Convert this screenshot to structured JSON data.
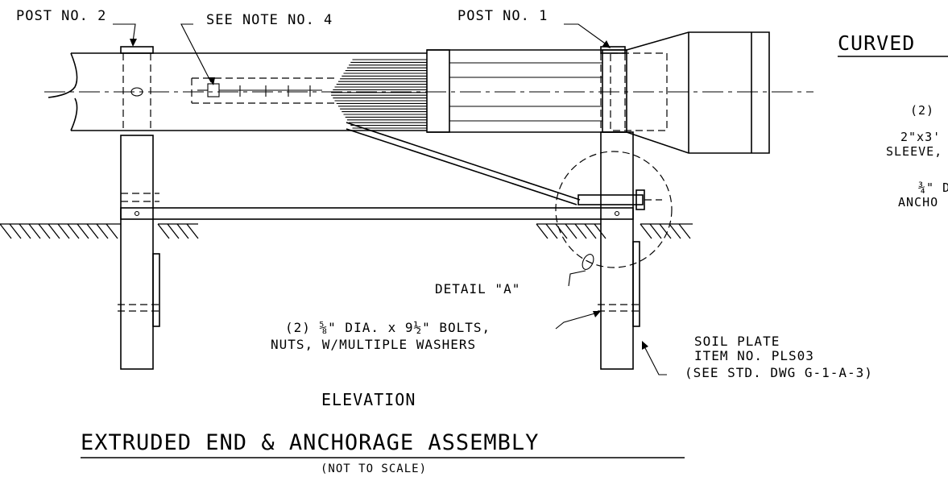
{
  "labels": {
    "post_no_2": "POST NO. 2",
    "see_note": "SEE NOTE NO. 4",
    "post_no_1": "POST NO. 1",
    "curved_cut": "CURVED",
    "detail_a": "DETAIL \"A\"",
    "bolts_line1": "(2) ⅝\" DIA. x 9½\" BOLTS,",
    "bolts_line2": "NUTS, W/MULTIPLE WASHERS",
    "soil_plate_line1": "SOIL PLATE",
    "soil_plate_line2": "ITEM NO. PLS03",
    "soil_plate_line3": "(SEE STD. DWG G-1-A-3)",
    "right_cut_1": "(2)",
    "right_cut_2": "2\"x3'",
    "right_cut_3": "SLEEVE,",
    "right_cut_4": "¾\" D",
    "right_cut_5": "ANCHO"
  },
  "titles": {
    "view": "ELEVATION",
    "main": "EXTRUDED END & ANCHORAGE ASSEMBLY",
    "scale_note": "(NOT TO SCALE)"
  }
}
